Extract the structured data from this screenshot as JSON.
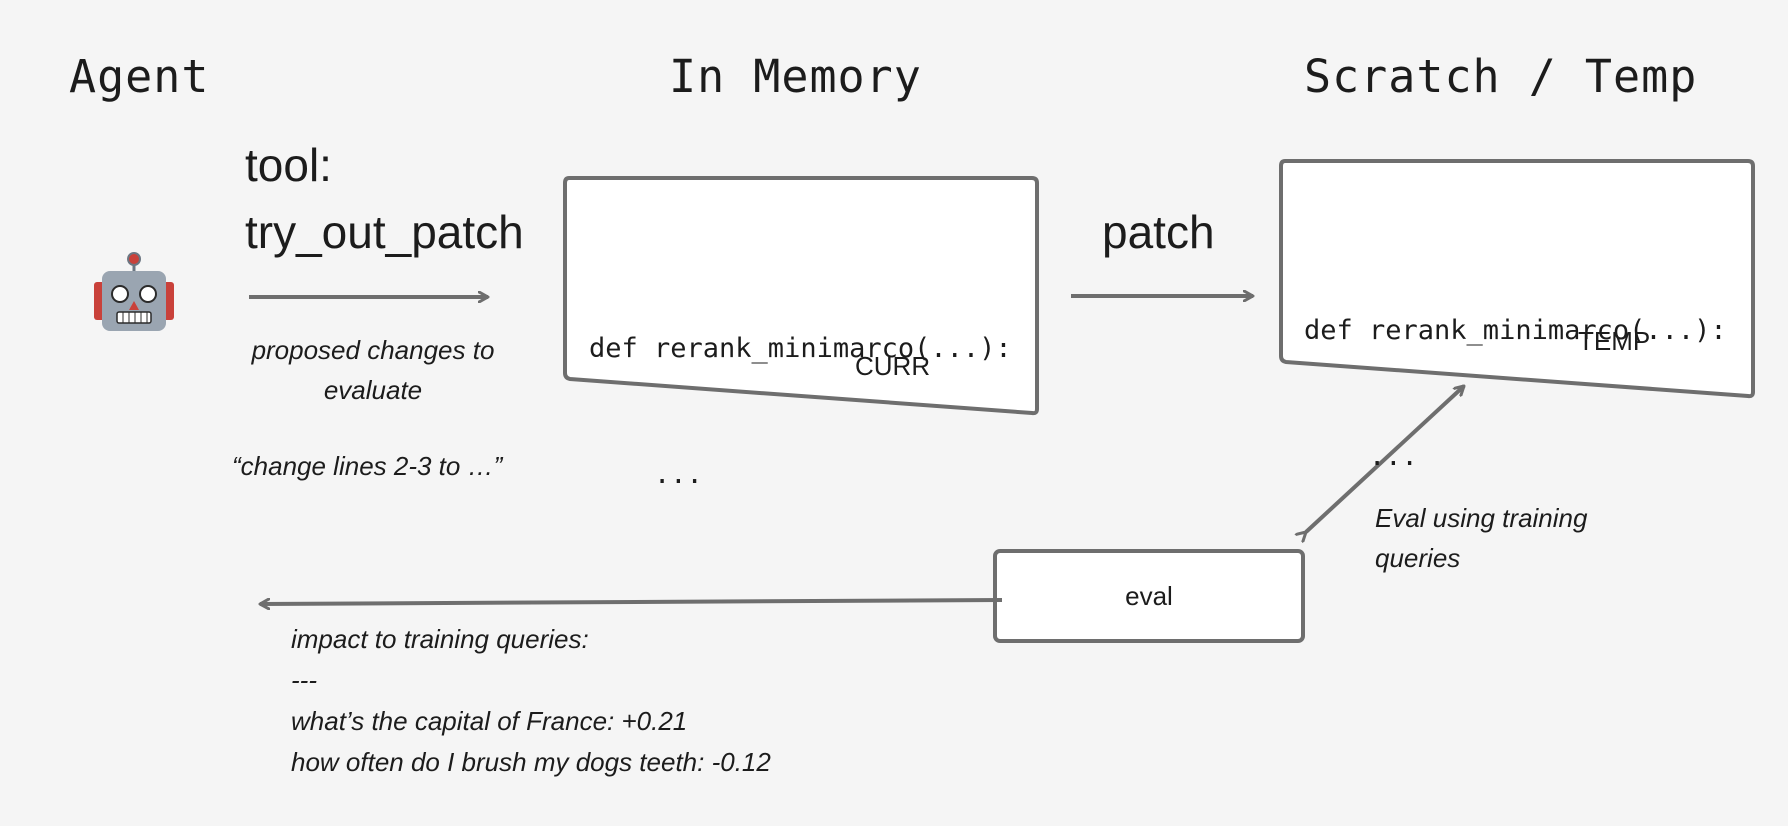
{
  "headings": {
    "agent": "Agent",
    "memory": "In Memory",
    "scratch": "Scratch / Temp"
  },
  "agent": {
    "icon": "robot-icon"
  },
  "tool": {
    "line1": "tool:",
    "line2": "try_out_patch"
  },
  "proposed": {
    "line1": "proposed changes to",
    "line2": "evaluate",
    "example": "“change lines 2-3 to …”"
  },
  "curr_box": {
    "code_line1": "def rerank_minimarco(...):",
    "code_line2": "    ...",
    "label": "CURR"
  },
  "patch_label": "patch",
  "temp_box": {
    "code_line1": "def rerank_minimarco(...):",
    "code_line2": "    ...",
    "label": "TEMP"
  },
  "eval_note": {
    "line1": "Eval using training",
    "line2": "queries"
  },
  "eval_box": {
    "label": "eval"
  },
  "results": {
    "line1": "impact to training queries:",
    "line2": "---",
    "line3": "what’s the capital of France: +0.21",
    "line4": "how often do I brush my dogs teeth: -0.12"
  },
  "colors": {
    "background": "#f5f5f5",
    "stroke": "#6e6e6e",
    "box_fill": "#ffffff",
    "robot_body": "#9aa5b1",
    "robot_ears": "#c9413a"
  }
}
